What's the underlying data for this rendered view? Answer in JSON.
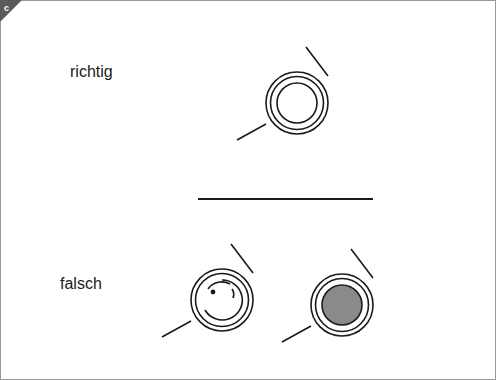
{
  "diagram": {
    "labels": [
      "c",
      "richtig",
      "falsch"
    ]
  }
}
